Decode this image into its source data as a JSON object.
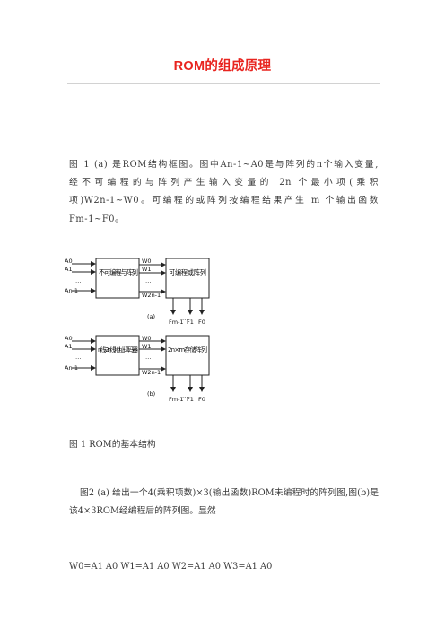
{
  "title": "ROM的组成原理",
  "para1": {
    "line1": "图 1 (a) 是ROM结构框图。图中An-1~A0是与阵列的n个输入变量,",
    "line2": "经不可编程的与阵列产生输入变量的 2n 个最小项(乘积",
    "line3": "项)W2n-1~W0。可编程的或阵列按编程结果产生 m 个输出函数",
    "line4": "Fm-1~F0。"
  },
  "figure": {
    "a": {
      "inputs": [
        "A0",
        "A1",
        "…",
        "An-1"
      ],
      "and_block": "不可编程与阵列",
      "words": [
        "W0",
        "W1",
        "…",
        "W2n-1"
      ],
      "or_block": "可编程或阵列",
      "outputs": [
        "Fm-1",
        "…",
        "F1",
        "F0"
      ],
      "label": "(a)"
    },
    "b": {
      "inputs": [
        "A0",
        "A1",
        "…",
        "An-1"
      ],
      "and_block": "n线-2n线地址译码器",
      "words": [
        "W0",
        "W1",
        "…",
        "W2n-1"
      ],
      "or_block": "2n×m存储阵列",
      "outputs": [
        "Fm-1",
        "…",
        "F1",
        "F0"
      ],
      "label": "(b)"
    }
  },
  "caption": "图 1 ROM的基本结构",
  "para2": "图2 (a) 给出一个4(乘积项数)×3(输出函数)ROM未编程时的阵列图,图(b)是该4×3ROM经编程后的阵列图。显然",
  "equation": "W0=A1 A0 W1=A1 A0 W2=A1 A0 W3=A1 A0"
}
